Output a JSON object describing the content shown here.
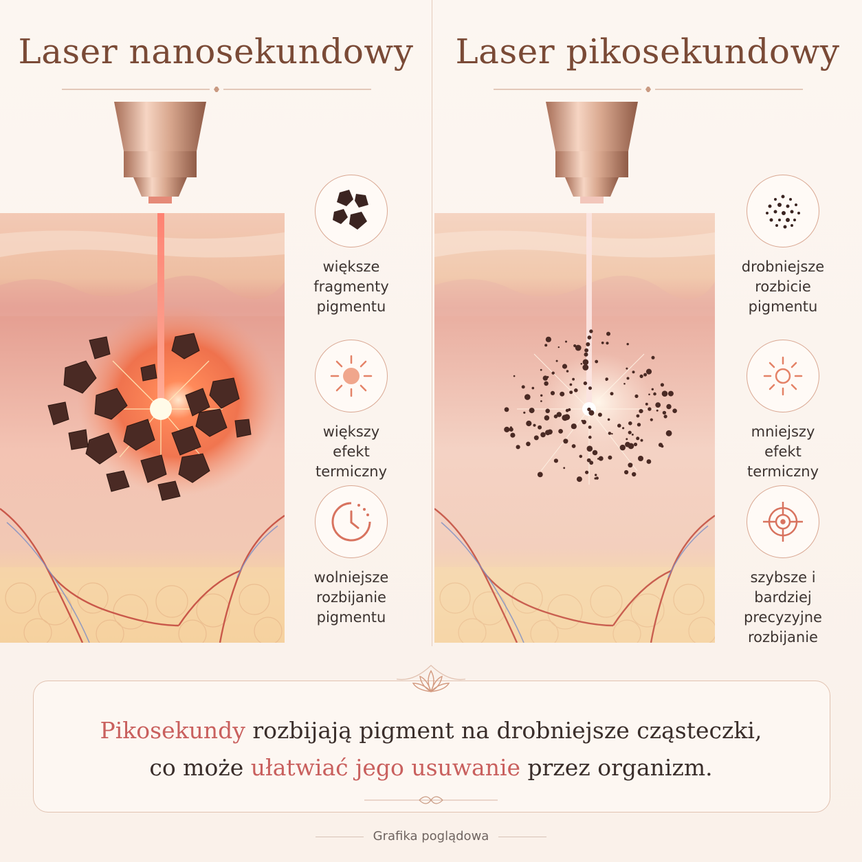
{
  "left": {
    "title": "Laser nanosekundowy",
    "features": [
      {
        "icon": "large-fragments-icon",
        "label_lines": [
          "większe",
          "fragmenty",
          "pigmentu"
        ]
      },
      {
        "icon": "sun-heat-icon",
        "label_lines": [
          "większy",
          "efekt",
          "termiczny"
        ]
      },
      {
        "icon": "clock-icon",
        "label_lines": [
          "wolniejsze",
          "rozbijanie",
          "pigmentu"
        ]
      }
    ]
  },
  "right": {
    "title": "Laser pikosekundowy",
    "features": [
      {
        "icon": "fine-particles-icon",
        "label_lines": [
          "drobniejsze",
          "rozbicie",
          "pigmentu"
        ]
      },
      {
        "icon": "light-sun-icon",
        "label_lines": [
          "mniejszy",
          "efekt",
          "termiczny"
        ]
      },
      {
        "icon": "target-icon",
        "label_lines": [
          "szybsze i",
          "bardziej",
          "precyzyjne",
          "rozbijanie"
        ]
      }
    ]
  },
  "summary": {
    "line1_accent": "Pikosekundy",
    "line1_rest": " rozbijają pigment na drobniejsze cząsteczki,",
    "line2_start": "co może ",
    "line2_accent": "ułatwiać jego usuwanie",
    "line2_end": " przez organizm."
  },
  "footer": "Grafika poglądowa",
  "colors": {
    "accent": "#c9605e",
    "title": "#7a4a36",
    "border": "#d9a792"
  }
}
